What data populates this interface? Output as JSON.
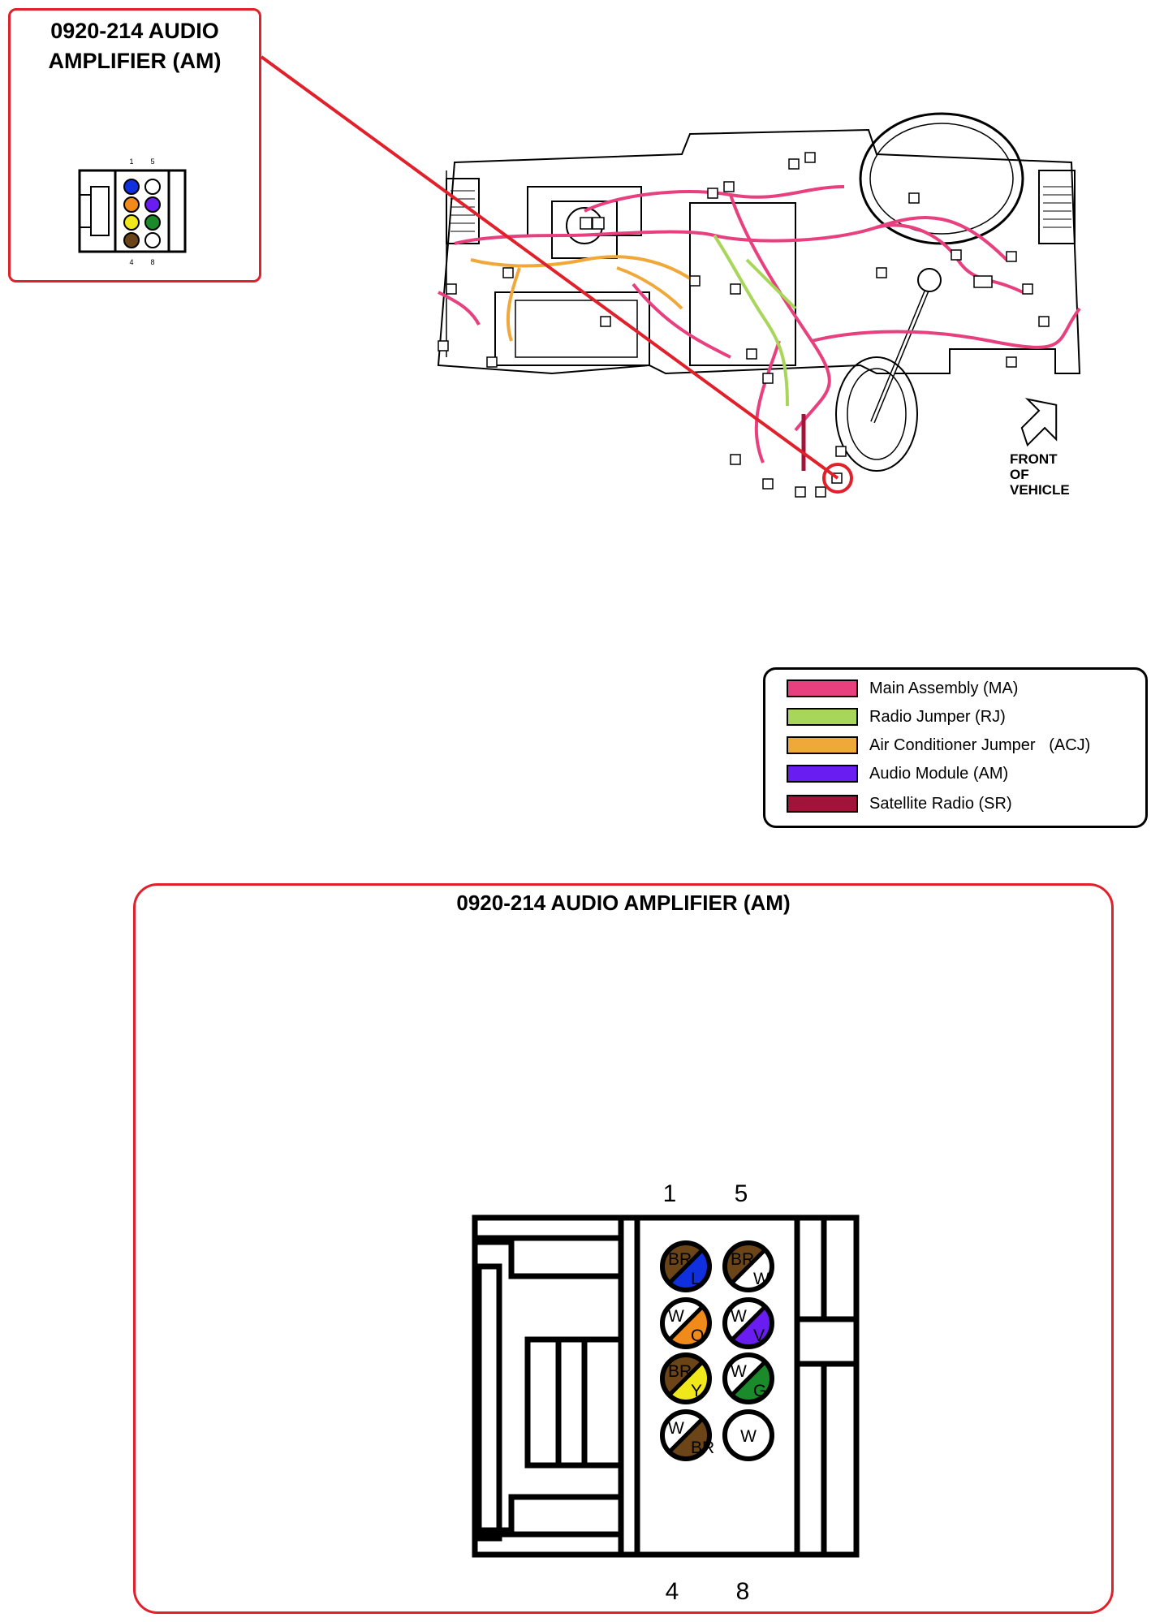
{
  "callout": {
    "title_line1": "0920-214 AUDIO",
    "title_line2": "AMPLIFIER (AM)"
  },
  "front_of_vehicle": {
    "line1": "FRONT",
    "line2": "OF",
    "line3": "VEHICLE"
  },
  "legend": {
    "items": [
      {
        "label": "Main Assembly (MA)",
        "color": "#e8407f"
      },
      {
        "label": "Radio Jumper (RJ)",
        "color": "#a8d65a"
      },
      {
        "label": "Air Conditioner Jumper   (ACJ)",
        "color": "#f0a83a"
      },
      {
        "label": "Audio Module (AM)",
        "color": "#6a1df0"
      },
      {
        "label": "Satellite Radio (SR)",
        "color": "#a0143a"
      }
    ]
  },
  "detail": {
    "title": "0920-214 AUDIO AMPLIFIER (AM)",
    "pin_labels": {
      "top_left": "1",
      "top_right": "5",
      "bottom_left": "4",
      "bottom_right": "8"
    },
    "pins": [
      {
        "pin": 1,
        "primary": "BR",
        "secondary": "L",
        "primary_color": "#6b4518",
        "secondary_color": "#1030e0"
      },
      {
        "pin": 2,
        "primary": "W",
        "secondary": "O",
        "primary_color": "#ffffff",
        "secondary_color": "#f08a1a"
      },
      {
        "pin": 3,
        "primary": "BR",
        "secondary": "Y",
        "primary_color": "#6b4518",
        "secondary_color": "#f0e81a"
      },
      {
        "pin": 4,
        "primary": "W",
        "secondary": "BR",
        "primary_color": "#ffffff",
        "secondary_color": "#6b4518"
      },
      {
        "pin": 5,
        "primary": "BR",
        "secondary": "W",
        "primary_color": "#6b4518",
        "secondary_color": "#ffffff"
      },
      {
        "pin": 6,
        "primary": "W",
        "secondary": "V",
        "primary_color": "#ffffff",
        "secondary_color": "#6a1df0"
      },
      {
        "pin": 7,
        "primary": "W",
        "secondary": "G",
        "primary_color": "#ffffff",
        "secondary_color": "#1a8a2a"
      },
      {
        "pin": 8,
        "primary": "W",
        "secondary": "",
        "primary_color": "#ffffff",
        "secondary_color": ""
      }
    ]
  }
}
